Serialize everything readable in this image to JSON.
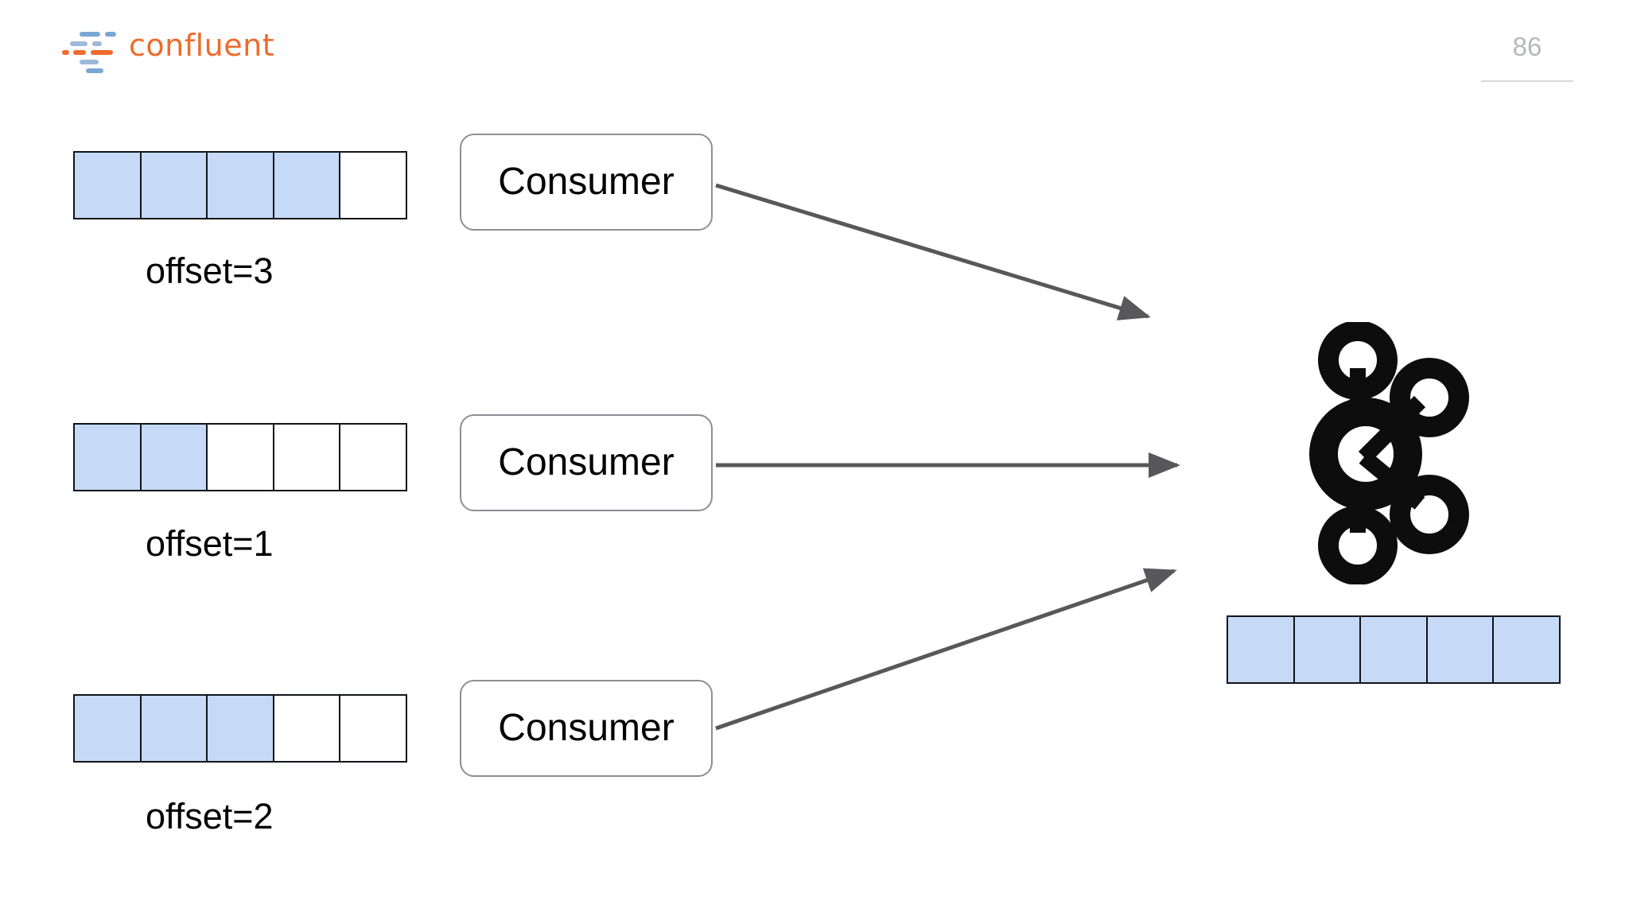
{
  "slide": {
    "page_number": "86",
    "background_color": "#ffffff"
  },
  "brand": {
    "name": "confluent",
    "wordmark_color": "#ee6b2c",
    "accent_blue": "#7aa7d4",
    "accent_orange": "#ee6b2c"
  },
  "colors": {
    "filled_cell": "#c6daf7",
    "empty_cell": "#ffffff",
    "cell_border": "#111418",
    "arrow": "#58585b",
    "consumer_border": "#8c8f93",
    "text": "#000000",
    "page_number": "#b6b8ba"
  },
  "partitions": [
    {
      "id": "partition-top",
      "cells": [
        "filled",
        "filled",
        "filled",
        "filled",
        "empty"
      ],
      "offset_label": "offset=3"
    },
    {
      "id": "partition-middle",
      "cells": [
        "filled",
        "filled",
        "empty",
        "empty",
        "empty"
      ],
      "offset_label": "offset=1"
    },
    {
      "id": "partition-bottom",
      "cells": [
        "filled",
        "filled",
        "filled",
        "empty",
        "empty"
      ],
      "offset_label": "offset=2"
    }
  ],
  "consumers": [
    {
      "id": "consumer-1",
      "label": "Consumer"
    },
    {
      "id": "consumer-2",
      "label": "Consumer"
    },
    {
      "id": "consumer-3",
      "label": "Consumer"
    }
  ],
  "broker": {
    "logo_name": "apache-kafka-logo",
    "partition": {
      "id": "partition-broker",
      "cells": [
        "filled",
        "filled",
        "filled",
        "filled",
        "filled"
      ]
    }
  },
  "arrows": [
    {
      "id": "arrow-consumer-1-to-broker",
      "direction": "down-right"
    },
    {
      "id": "arrow-consumer-2-to-broker",
      "direction": "right"
    },
    {
      "id": "arrow-consumer-3-to-broker",
      "direction": "up-right"
    }
  ]
}
